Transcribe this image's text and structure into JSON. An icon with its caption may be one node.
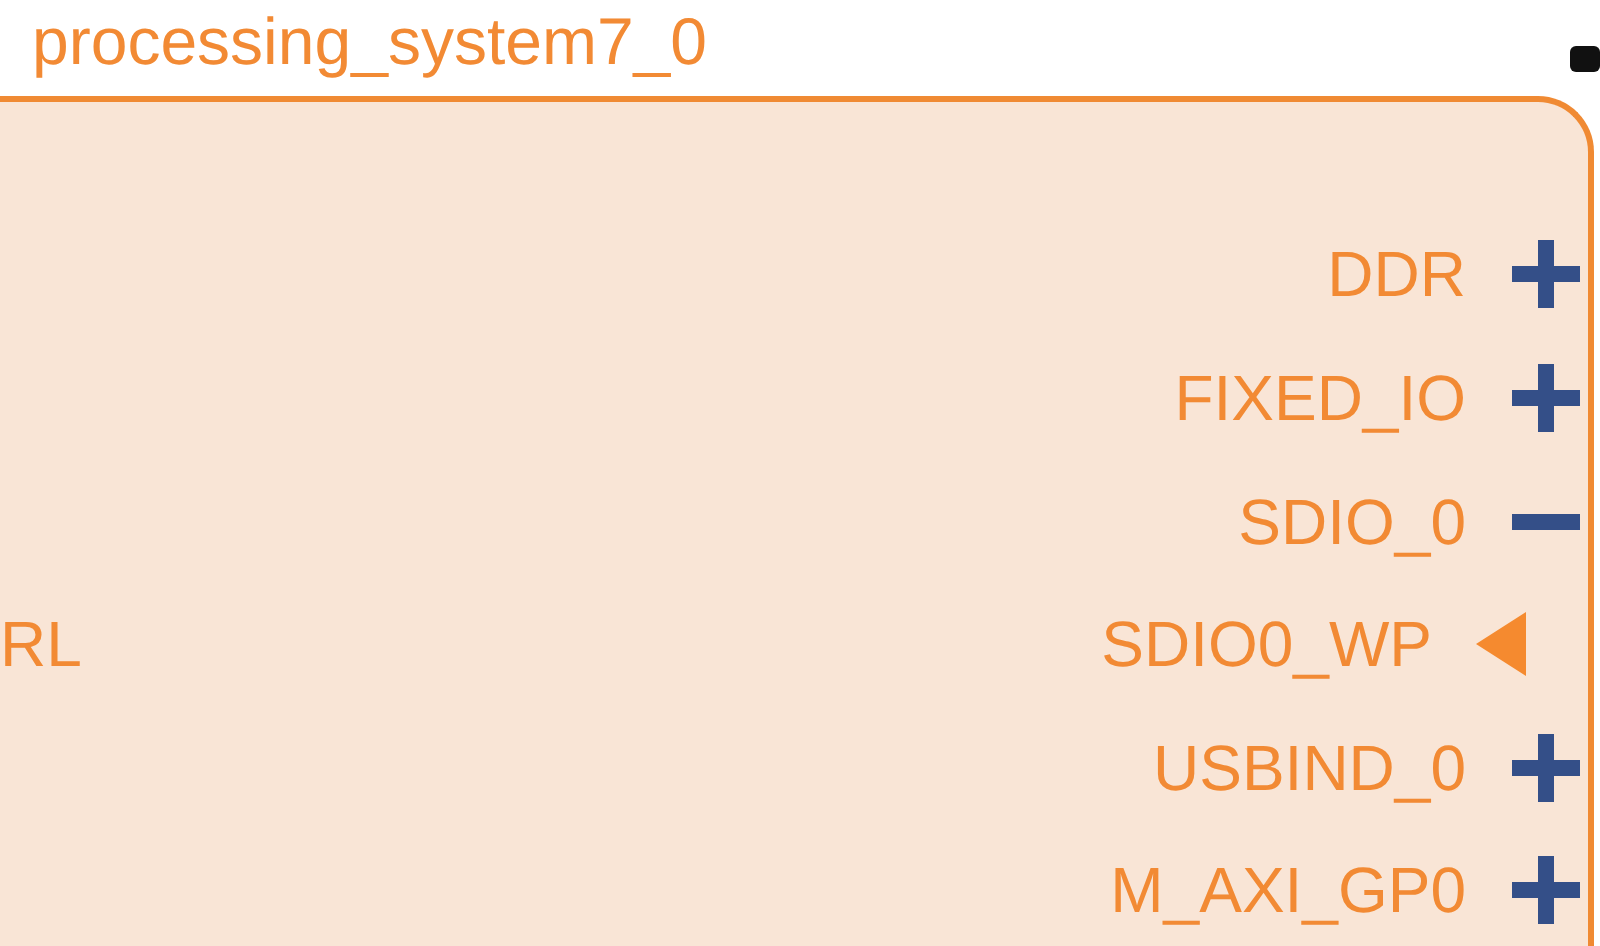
{
  "diagram": {
    "nodes": [
      {
        "text": [
          "processing_system7_0"
        ]
      }
    ],
    "labels": [
      "DDR",
      "FIXED_IO",
      "SDIO_0",
      "RL",
      "SDIO0_WP",
      "USBIND_0",
      "M_AXI_GP0"
    ]
  }
}
